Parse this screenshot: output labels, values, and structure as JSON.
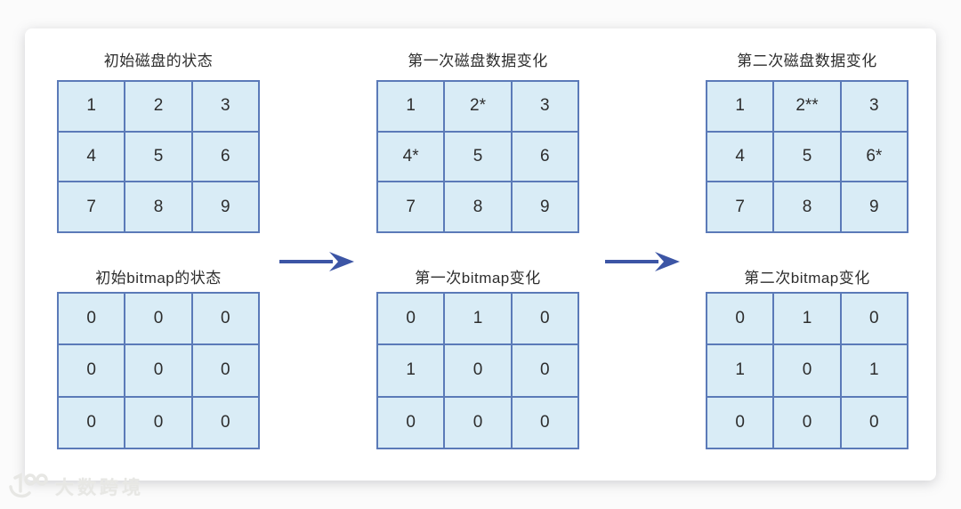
{
  "diagram": {
    "columns": [
      {
        "disk_title": "初始磁盘的状态",
        "disk_cells": [
          "1",
          "2",
          "3",
          "4",
          "5",
          "6",
          "7",
          "8",
          "9"
        ],
        "bitmap_title": "初始bitmap的状态",
        "bitmap_cells": [
          "0",
          "0",
          "0",
          "0",
          "0",
          "0",
          "0",
          "0",
          "0"
        ]
      },
      {
        "disk_title": "第一次磁盘数据变化",
        "disk_cells": [
          "1",
          "2*",
          "3",
          "4*",
          "5",
          "6",
          "7",
          "8",
          "9"
        ],
        "bitmap_title": "第一次bitmap变化",
        "bitmap_cells": [
          "0",
          "1",
          "0",
          "1",
          "0",
          "0",
          "0",
          "0",
          "0"
        ]
      },
      {
        "disk_title": "第二次磁盘数据变化",
        "disk_cells": [
          "1",
          "2**",
          "3",
          "4",
          "5",
          "6*",
          "7",
          "8",
          "9"
        ],
        "bitmap_title": "第二次bitmap变化",
        "bitmap_cells": [
          "0",
          "1",
          "0",
          "1",
          "0",
          "1",
          "0",
          "0",
          "0"
        ]
      }
    ],
    "colors": {
      "cell_fill": "#d9ecf6",
      "cell_border": "#5b7ab8",
      "arrow": "#3c55a5",
      "text": "#2d2d2d"
    }
  },
  "watermark": {
    "logo": "100",
    "text": "大数跨境"
  }
}
